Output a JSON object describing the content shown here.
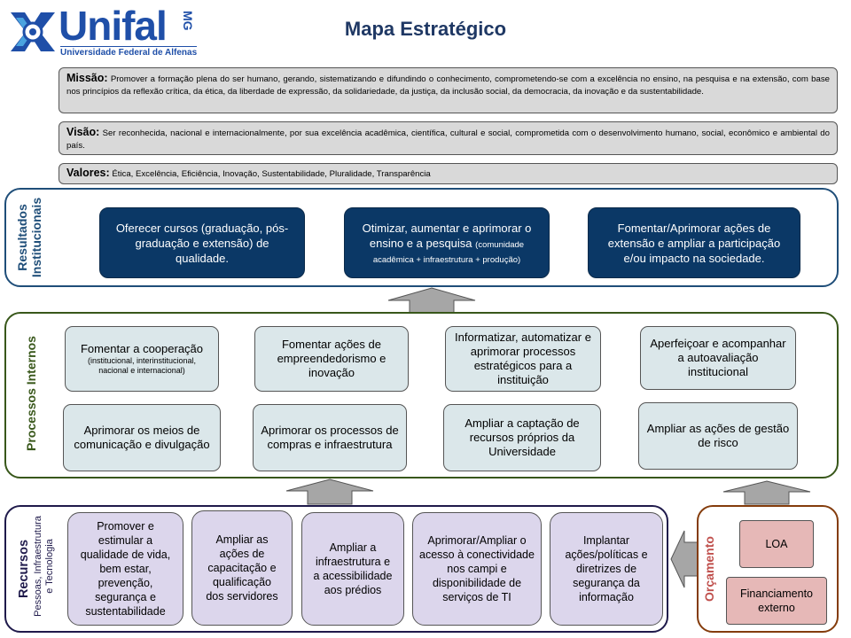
{
  "logo": {
    "word": "Unifal",
    "state": "MG",
    "subtitle": "Universidade Federal de Alfenas"
  },
  "title": "Mapa Estratégico",
  "missao": {
    "key": "Missão:",
    "text": "Promover a formação plena do ser humano, gerando, sistematizando e difundindo o conhecimento, comprometendo-se com a excelência no ensino, na pesquisa e na extensão, com base nos princípios da reflexão crítica, da ética, da liberdade de expressão, da solidariedade, da justiça, da inclusão social, da democracia, da inovação e da sustentabilidade."
  },
  "visao": {
    "key": "Visão:",
    "text": "Ser reconhecida, nacional e internacionalmente, por sua excelência acadêmica, científica, cultural e social, comprometida com o desenvolvimento humano, social, econômico e ambiental do país."
  },
  "valores": {
    "key": "Valores",
    "text": "Ética, Excelência, Eficiência, Inovação, Sustentabilidade, Pluralidade, Transparência"
  },
  "resultados": {
    "label_line1": "Resultados",
    "label_line2": "Institucionais",
    "boxes": [
      {
        "text": "Oferecer cursos (graduação, pós-graduação e extensão) de qualidade.",
        "small": ""
      },
      {
        "text": "Otimizar, aumentar e aprimorar o ensino e a pesquisa",
        "small": "(comunidade acadêmica + infraestrutura + produção)"
      },
      {
        "text": "Fomentar/Aprimorar ações de extensão e ampliar a participação e/ou impacto na sociedade.",
        "small": ""
      }
    ]
  },
  "processos": {
    "label": "Processos Internos",
    "row1": [
      {
        "text": "Fomentar a cooperação",
        "small": "(institucional, interinstitucional, nacional e internacional)"
      },
      {
        "text": "Fomentar ações de empreendedorismo e inovação",
        "small": ""
      },
      {
        "text": "Informatizar, automatizar e aprimorar processos estratégicos para a instituição",
        "small": ""
      },
      {
        "text": "Aperfeiçoar e acompanhar a autoavaliação institucional",
        "small": ""
      }
    ],
    "row2": [
      {
        "text": "Aprimorar os meios de comunicação e divulgação"
      },
      {
        "text": "Aprimorar os processos de compras e infraestrutura"
      },
      {
        "text": "Ampliar a captação de recursos próprios da Universidade"
      },
      {
        "text": "Ampliar as ações de gestão de risco"
      }
    ]
  },
  "recursos": {
    "label": "Recursos",
    "sublabel_line1": "Pessoas, Infraestrutura",
    "sublabel_line2": "e Tecnologia",
    "boxes": [
      {
        "text": "Promover e estimular a qualidade de vida, bem estar, prevenção, segurança e sustentabilidade"
      },
      {
        "text": "Ampliar as ações de capacitação e qualificação dos servidores"
      },
      {
        "text": "Ampliar a infraestrutura e a acessibilidade aos prédios"
      },
      {
        "text": "Aprimorar/Ampliar o acesso à conectividade nos campi e disponibilidade de serviços de TI"
      },
      {
        "text": "Implantar ações/políticas e diretrizes de segurança da informação"
      }
    ]
  },
  "orcamento": {
    "label": "Orçamento",
    "boxes": [
      {
        "text": "LOA"
      },
      {
        "text": "Financiamento externo"
      }
    ]
  },
  "colors": {
    "navy_box": "#0b3866",
    "resultados_border": "#1f4e79",
    "processos_border": "#38571a",
    "recursos_border": "#1f1a4b",
    "orcamento_border": "#843c0c",
    "arrow_fill": "#a6a6a6"
  }
}
